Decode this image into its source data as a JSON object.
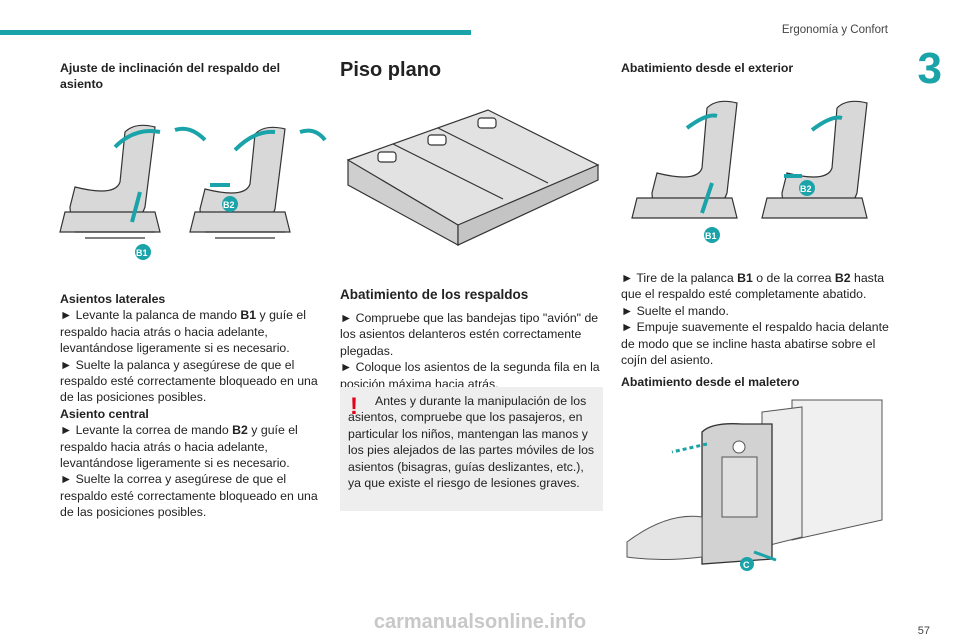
{
  "header": {
    "section_title": "Ergonomía y Confort",
    "chapter_number": "3"
  },
  "col1": {
    "heading": "Ajuste de inclinación del respaldo del asiento",
    "fig_labels": {
      "b1": "B1",
      "b2": "B2"
    },
    "lateral_heading": "Asientos laterales",
    "lateral_p1a": "► Levante la palanca de mando ",
    "lateral_p1b": "B1",
    "lateral_p1c": " y guíe el respaldo hacia atrás o hacia adelante, levantándose ligeramente si es necesario.",
    "lateral_p2": "► Suelte la palanca y asegúrese de que el respaldo esté correctamente bloqueado en una de las posiciones posibles.",
    "central_heading": "Asiento central",
    "central_p1a": "► Levante la correa de mando ",
    "central_p1b": "B2",
    "central_p1c": " y guíe el respaldo hacia atrás o hacia adelante, levantándose ligeramente si es necesario.",
    "central_p2": "► Suelte la correa y asegúrese de que el respaldo esté correctamente bloqueado en una de las posiciones posibles."
  },
  "col2": {
    "title": "Piso plano",
    "subheading": "Abatimiento de los respaldos",
    "p1": "► Compruebe que las bandejas tipo \"avión\" de los asientos delanteros estén correctamente plegadas.",
    "p2": "► Coloque los asientos de la segunda fila en la posición máxima hacia atrás.",
    "warning": "Antes y durante la manipulación de los asientos, compruebe que los pasajeros, en particular los niños, mantengan las manos y los pies alejados de las partes móviles de los asientos (bisagras, guías deslizantes, etc.), ya que existe el riesgo de lesiones graves.",
    "warning_icon": "!"
  },
  "col3": {
    "heading_exterior": "Abatimiento desde el exterior",
    "fig_labels": {
      "b1": "B1",
      "b2": "B2",
      "c": "C"
    },
    "p1a": "► Tire de la palanca ",
    "p1b": "B1",
    "p1c": " o de la correa ",
    "p1d": "B2",
    "p1e": " hasta que el respaldo esté completamente abatido.",
    "p2": "► Suelte el mando.",
    "p3": "► Empuje suavemente el respaldo hacia delante de modo que se incline hasta abatirse sobre el cojín del asiento.",
    "heading_trunk": "Abatimiento desde el maletero"
  },
  "footer": {
    "page_number": "57",
    "watermark": "carmanualsonline.info"
  },
  "colors": {
    "accent": "#1aa3a8",
    "warning": "#e2001a",
    "warning_bg": "#eeeeee"
  }
}
